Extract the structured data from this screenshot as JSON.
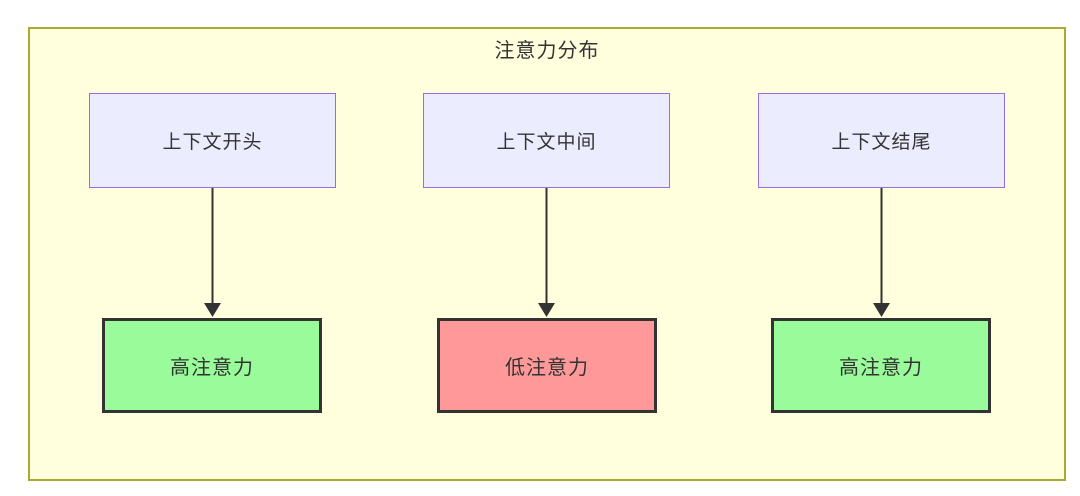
{
  "diagram": {
    "title": "注意力分布",
    "type": "flowchart-top-down",
    "colors": {
      "frame_background": "#ffffde",
      "frame_border": "#aaaa33",
      "source_node_fill": "#ececff",
      "source_node_border": "#9370db",
      "high_attention_fill": "#99fb99",
      "low_attention_fill": "#ff9898",
      "result_node_border": "#333333",
      "arrow": "#333333",
      "text": "#333333"
    },
    "nodes": {
      "sources": [
        {
          "id": "context-start",
          "label": "上下文开头"
        },
        {
          "id": "context-middle",
          "label": "上下文中间"
        },
        {
          "id": "context-end",
          "label": "上下文结尾"
        }
      ],
      "results": [
        {
          "id": "high-attention-left",
          "label": "高注意力",
          "status": "high"
        },
        {
          "id": "low-attention-middle",
          "label": "低注意力",
          "status": "low"
        },
        {
          "id": "high-attention-right",
          "label": "高注意力",
          "status": "high"
        }
      ]
    },
    "edges": [
      {
        "from": "context-start",
        "to": "high-attention-left"
      },
      {
        "from": "context-middle",
        "to": "low-attention-middle"
      },
      {
        "from": "context-end",
        "to": "high-attention-right"
      }
    ]
  }
}
